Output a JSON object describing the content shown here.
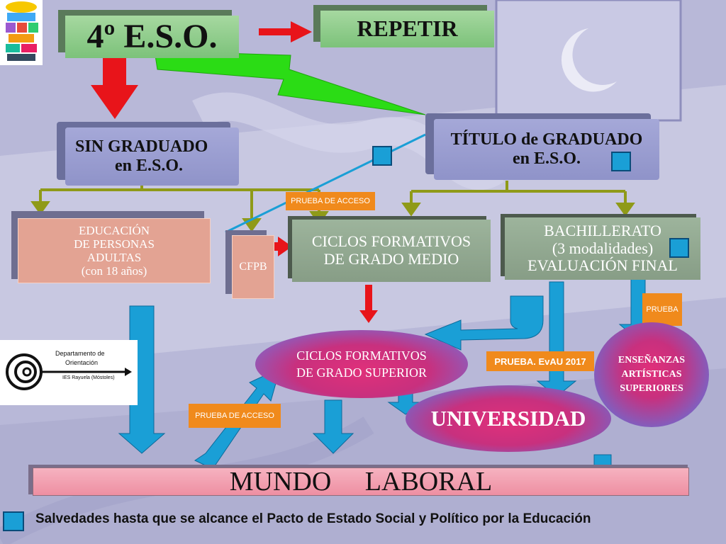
{
  "header": {
    "eso_label": "4º  E.S.O.",
    "repeat_label": "REPETIR"
  },
  "nodes": {
    "sin_graduado": [
      "SIN GRADUADO",
      "en  E.S.O."
    ],
    "titulo": [
      "TÍTULO de GRADUADO",
      "en  E.S.O."
    ],
    "adultos": [
      "EDUCACIÓN",
      "DE PERSONAS",
      "ADULTAS",
      "(con 18 años)"
    ],
    "cfpb": "CFPB",
    "grado_medio": [
      "CICLOS FORMATIVOS",
      "DE GRADO MEDIO"
    ],
    "bachillerato": [
      "BACHILLERATO",
      "(3 modalidades)",
      "EVALUACIÓN FINAL"
    ],
    "grado_superior": [
      "CICLOS FORMATIVOS",
      "DE GRADO SUPERIOR"
    ],
    "artisticas": [
      "ENSEÑANZAS",
      "ARTÍSTICAS",
      "SUPERIORES"
    ],
    "universidad": "UNIVERSIDAD",
    "mundo_laboral": "MUNDO     LABORAL"
  },
  "tags": {
    "prueba_acceso_top": "PRUEBA DE ACCESO",
    "prueba_acceso_bottom": "PRUEBA DE ACCESO",
    "prueba_evau": "PRUEBA. EvAU 2017",
    "prueba": "PRUEBA"
  },
  "logo": {
    "line1": "Departamento de",
    "line2": "Orientación",
    "line3": "IES Rayuela (Móstoles)"
  },
  "footer": {
    "note": "Salvedades hasta que se alcance el Pacto de Estado Social y Político por la Educación"
  },
  "colors": {
    "arrow_red": "#e8141a",
    "arrow_green": "#2bdc15",
    "arrow_blue": "#1a9fd6",
    "arrow_olive": "#8f9a18",
    "tag_orange": "#f08a1c",
    "note_marker": "#1a9fd6"
  }
}
